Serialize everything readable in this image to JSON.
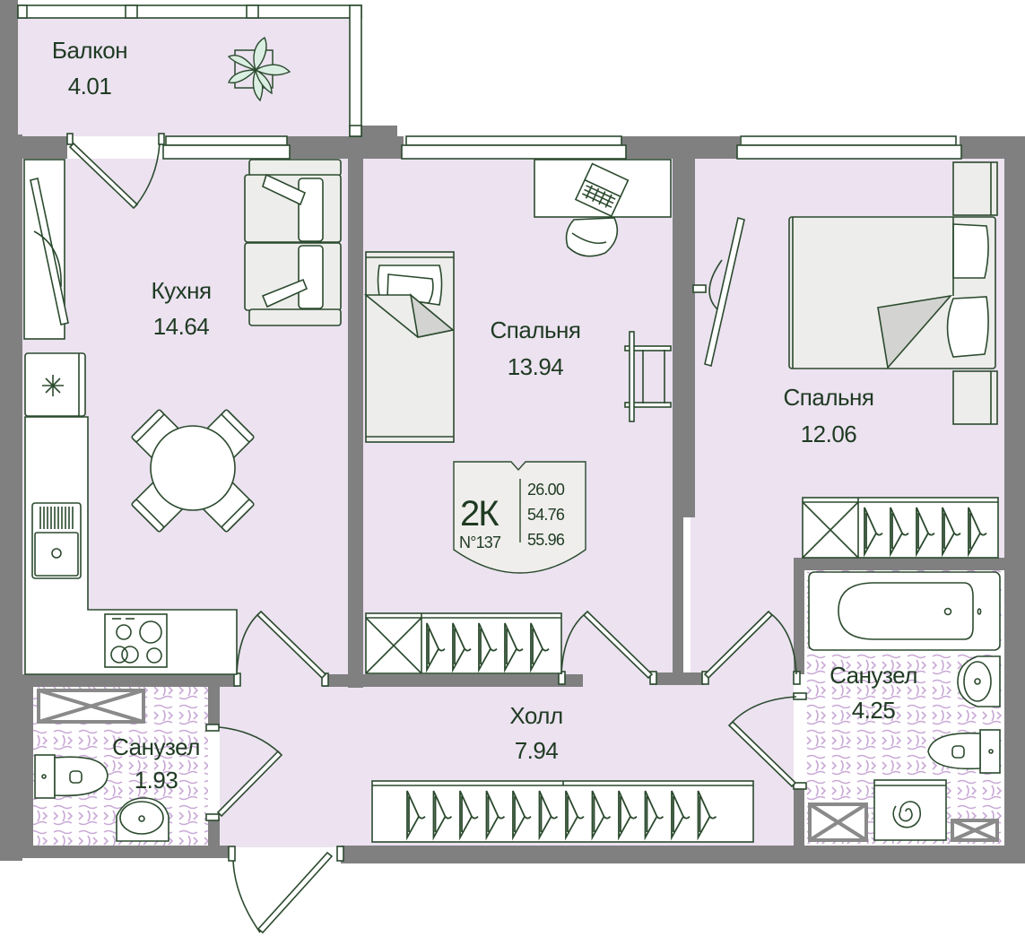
{
  "plan": {
    "title": "2-room apartment floor plan",
    "colors": {
      "wall": "#808080",
      "floor": "#ece2f0",
      "line": "#2b4a2e",
      "text": "#1f3a22",
      "furniture_fill": "#ededeb",
      "tile_pattern": "#c9a9d6"
    },
    "rooms": [
      {
        "id": "balcony",
        "name": "Балкон",
        "area": "4.01"
      },
      {
        "id": "kitchen",
        "name": "Кухня",
        "area": "14.64"
      },
      {
        "id": "bedroom1",
        "name": "Спальня",
        "area": "13.94"
      },
      {
        "id": "bedroom2",
        "name": "Спальня",
        "area": "12.06"
      },
      {
        "id": "hall",
        "name": "Холл",
        "area": "7.94"
      },
      {
        "id": "bathroom_small",
        "name": "Санузел",
        "area": "1.93"
      },
      {
        "id": "bathroom_large",
        "name": "Санузел",
        "area": "4.25"
      }
    ],
    "badge": {
      "type": "2К",
      "number": "N°137",
      "areas": [
        "26.00",
        "54.76",
        "55.96"
      ]
    },
    "icons": [
      "plant-icon",
      "tv-icon",
      "sofa-icon",
      "fridge-icon",
      "sink-icon",
      "stove-icon",
      "dining-table-icon",
      "bed-icon",
      "desk-icon",
      "laptop-icon",
      "chair-icon",
      "wardrobe-icon",
      "hanger-icon",
      "bathtub-icon",
      "toilet-icon",
      "washbasin-icon",
      "washing-machine-icon",
      "door-icon",
      "window-icon"
    ]
  }
}
